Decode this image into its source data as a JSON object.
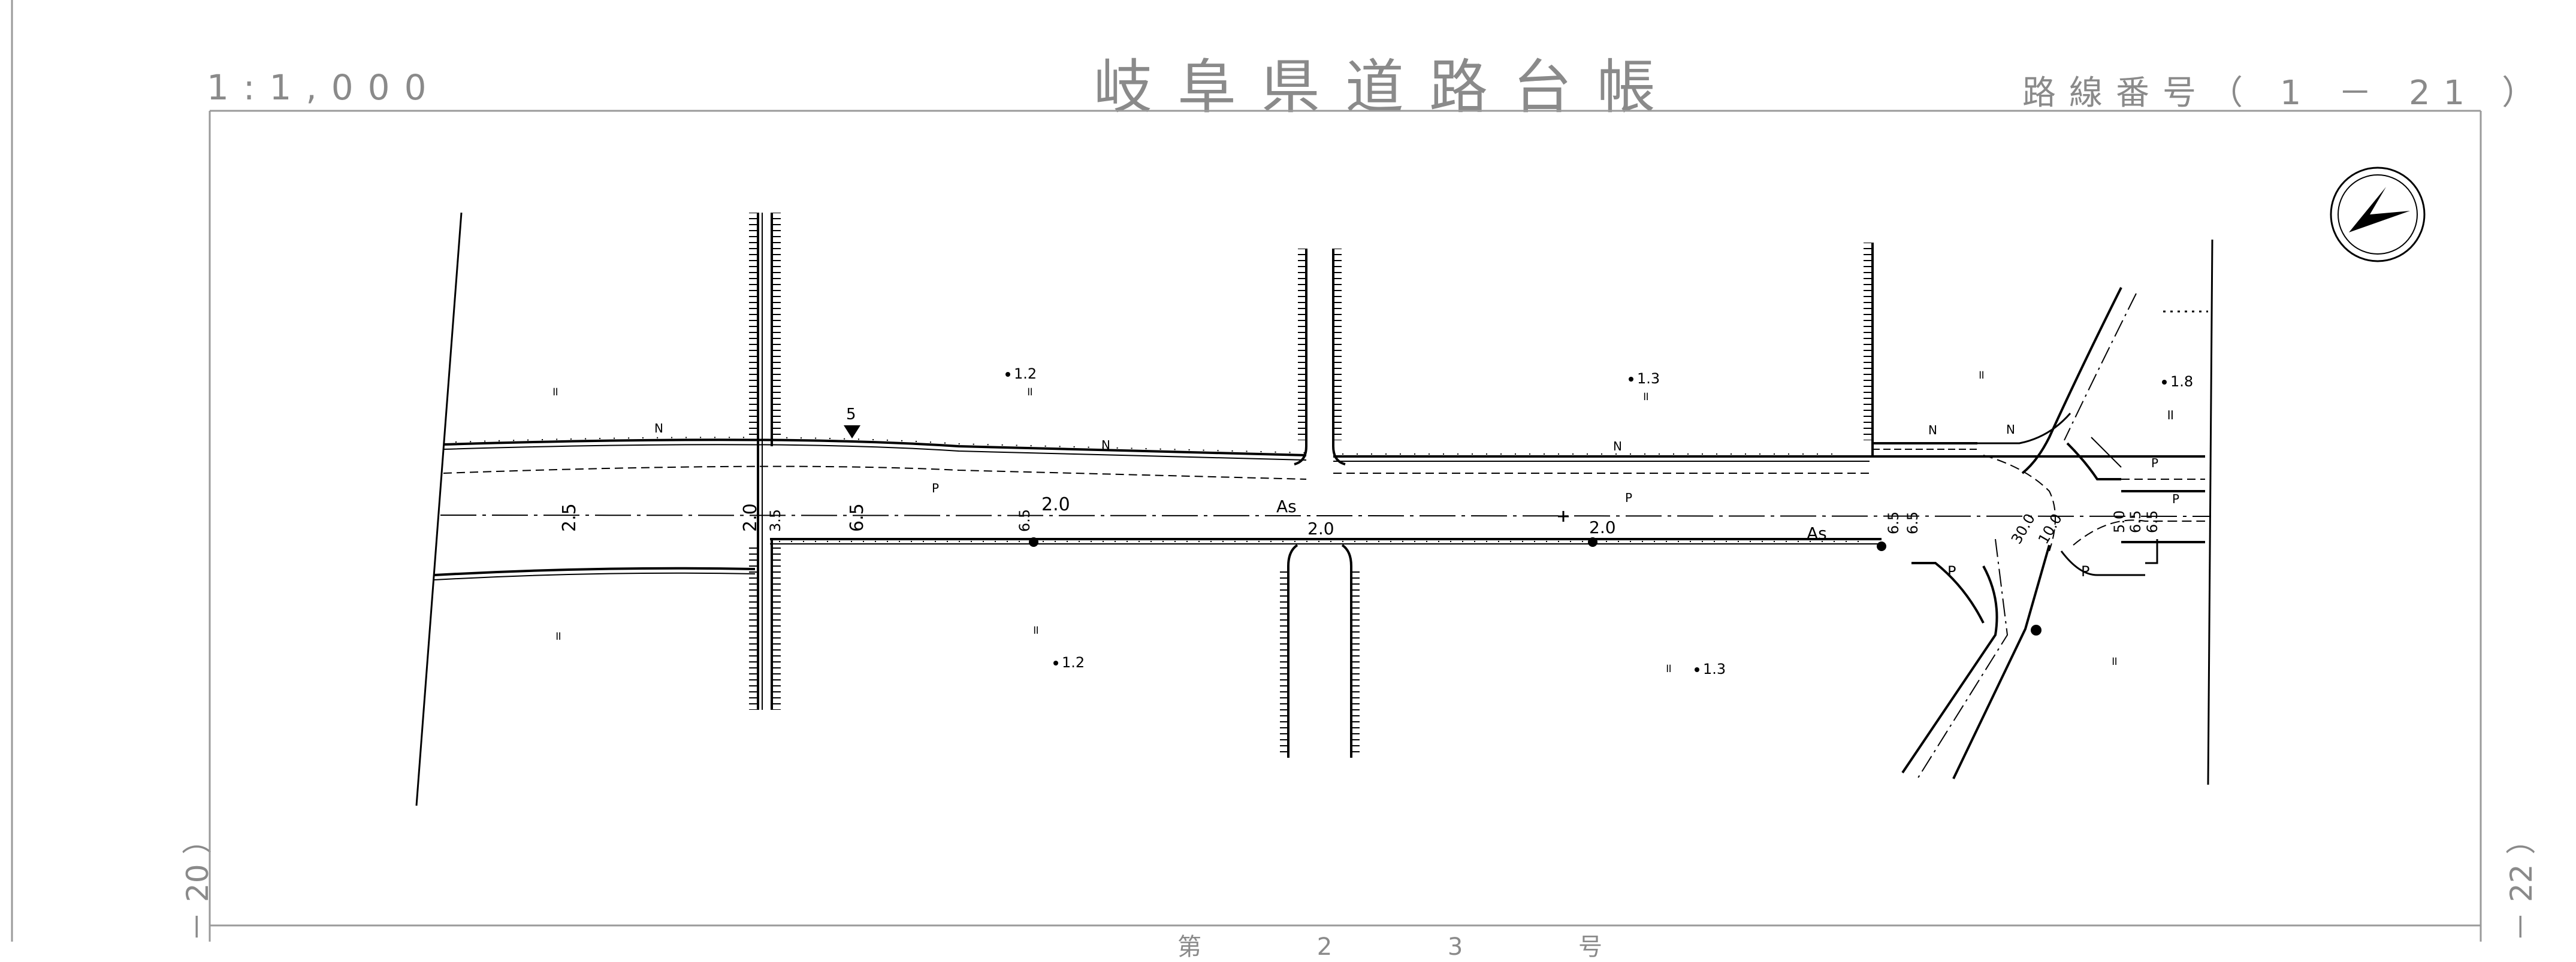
{
  "header": {
    "scale": "1:1,000",
    "title": "岐阜県道路台帳",
    "route_number": "路線番号（ 1 － 21 ）"
  },
  "side_labels": {
    "left": "－ 20 ）",
    "right": "－ 22 ）"
  },
  "bottom_hint": "第 2 3 号",
  "plan": {
    "widths": {
      "w_left": "2.5",
      "w_side_a": "2.0",
      "w_side_b": "3.5",
      "w_pole": "6.5",
      "w_mid1": "6.5",
      "w_mid2": "2.0",
      "w_center": "2.0",
      "w_right": "2.0",
      "w_r1": "6.5",
      "w_r2": "6.5",
      "w_ix1": "30.0",
      "w_ix2": "10.0",
      "w_ix3": "6.5",
      "w_ix4": "6.5",
      "w_ix5": "5.0"
    },
    "surface_labels": [
      "As",
      "As"
    ],
    "sidewalk_labels": [
      "N",
      "N",
      "N",
      "N",
      "N"
    ],
    "parking_labels": [
      "P",
      "P",
      "P",
      "P",
      "P",
      "P"
    ],
    "elevations": [
      "1.2",
      "1.3",
      "1.8",
      "1.2",
      "1.3"
    ],
    "station_marker": "5",
    "field_marks": [
      "॥",
      "॥",
      "॥",
      "॥",
      "॥",
      "॥",
      "॥",
      "॥",
      "॥"
    ],
    "north_icon": "north-arrow-icon"
  },
  "colors": {
    "title_gray": "#8a8a8a",
    "line_black": "#000000",
    "frame_gray": "#9a9a9a"
  }
}
